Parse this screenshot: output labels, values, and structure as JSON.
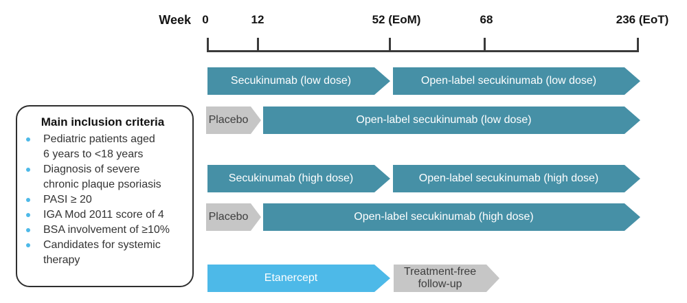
{
  "timeline": {
    "axis_label": "Week",
    "ticks": [
      {
        "week": "0"
      },
      {
        "week": "12"
      },
      {
        "week": "52 (EoM)"
      },
      {
        "week": "68"
      },
      {
        "week": "236 (EoT)"
      }
    ]
  },
  "arms": [
    {
      "name": "secukinumab low dose arm",
      "segments": [
        {
          "label": "Secukinumab (low dose)",
          "start_week": "0",
          "end_week": "52"
        },
        {
          "label": "Open-label secukinumab (low dose)",
          "start_week": "52",
          "end_week": "236"
        }
      ]
    },
    {
      "name": "placebo to low dose arm",
      "segments": [
        {
          "label": "Placebo",
          "start_week": "0",
          "end_week": "12"
        },
        {
          "label": "Open-label secukinumab (low dose)",
          "start_week": "12",
          "end_week": "236"
        }
      ]
    },
    {
      "name": "secukinumab high dose arm",
      "segments": [
        {
          "label": "Secukinumab (high dose)",
          "start_week": "0",
          "end_week": "52"
        },
        {
          "label": "Open-label secukinumab (high dose)",
          "start_week": "52",
          "end_week": "236"
        }
      ]
    },
    {
      "name": "placebo to high dose arm",
      "segments": [
        {
          "label": "Placebo",
          "start_week": "0",
          "end_week": "12"
        },
        {
          "label": "Open-label secukinumab (high dose)",
          "start_week": "12",
          "end_week": "236"
        }
      ]
    },
    {
      "name": "etanercept arm",
      "segments": [
        {
          "label": "Etanercept",
          "start_week": "0",
          "end_week": "52"
        },
        {
          "label": "Treatment-free\nfollow-up",
          "start_week": "52",
          "end_week": "68"
        }
      ]
    }
  ],
  "inclusion_box": {
    "title": "Main inclusion criteria",
    "items": [
      "Pediatric patients aged\n6 years to <18 years",
      "Diagnosis of severe\nchronic plaque psoriasis",
      "PASI ≥ 20",
      "IGA Mod 2011 score of 4",
      "BSA involvement of ≥10%",
      "Candidates for systemic\ntherapy"
    ]
  },
  "colors": {
    "teal_arrow": "#4690a6",
    "light_blue_arrow": "#4db9e8",
    "gray_arrow": "#c6c6c6",
    "timeline_line": "#3a3a3a",
    "bullet": "#4db9e8"
  }
}
